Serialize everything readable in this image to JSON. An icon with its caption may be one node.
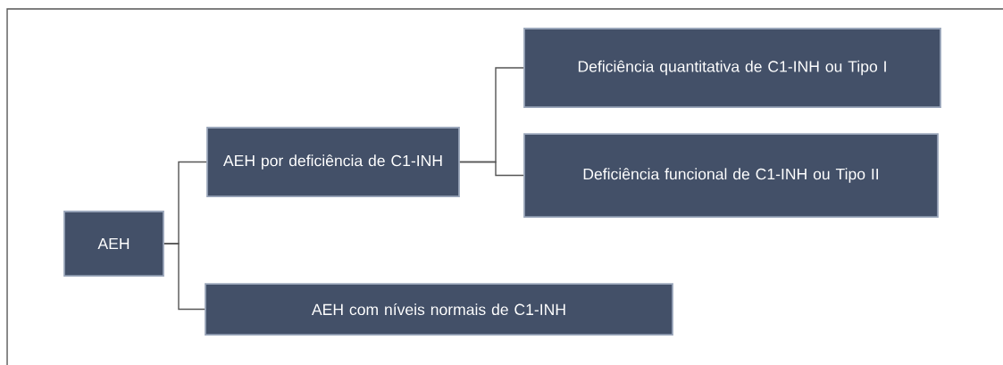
{
  "diagram": {
    "nodes": [
      {
        "text": [
          "AEH"
        ]
      },
      {
        "text": [
          "AEH por deficiência de C1-INH"
        ]
      },
      {
        "text": [
          "Deficiência quantitativa de C1-INH ou Tipo I"
        ]
      },
      {
        "text": [
          "Deficiência funcional de C1-INH ou Tipo II"
        ]
      },
      {
        "text": [
          "AEH com níveis normais de C1-INH"
        ]
      }
    ],
    "edges": [
      {
        "from": 0,
        "to": 1,
        "arrow": "none"
      },
      {
        "from": 0,
        "to": 4,
        "arrow": "none"
      },
      {
        "from": 1,
        "to": 2,
        "arrow": "none"
      },
      {
        "from": 1,
        "to": 3,
        "arrow": "none"
      }
    ]
  }
}
